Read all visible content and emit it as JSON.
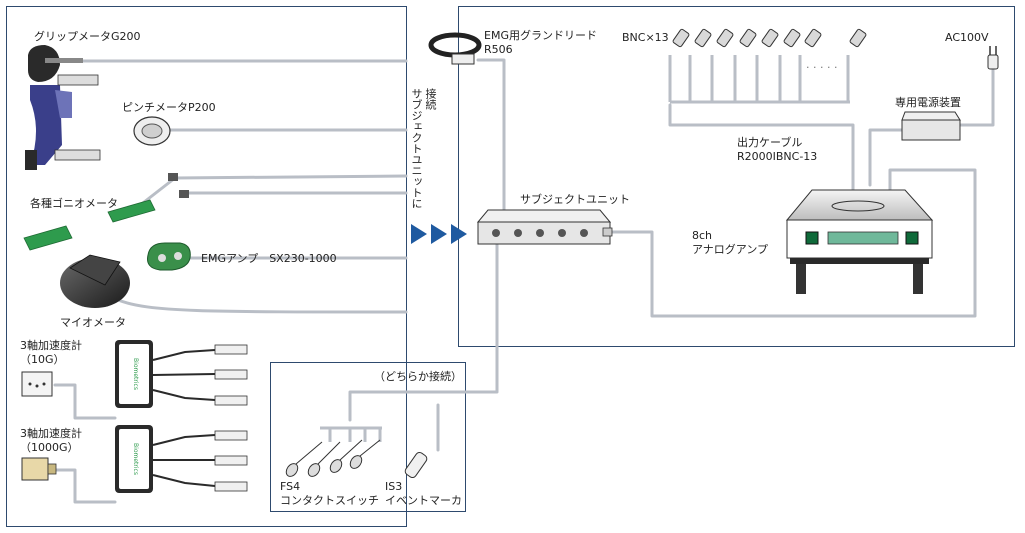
{
  "labels": {
    "grip_meter": "グリップメータG200",
    "pinch_meter": "ピンチメータP200",
    "goniometer": "各種ゴニオメータ",
    "emg_amp": "EMGアンプ　SX230-1000",
    "myometer": "マイオメータ",
    "accel_10g_line1": "3軸加速度計",
    "accel_10g_line2": "（10G）",
    "accel_1000g_line1": "3軸加速度計",
    "accel_1000g_line2": "（1000G）",
    "connect_to_subject_a": "接続",
    "connect_to_subject_b": "サブジェクトユニットに",
    "emg_ground_lead_line1": "EMG用グランドリード",
    "emg_ground_lead_line2": "R506",
    "bnc": "BNC×13",
    "ac": "AC100V",
    "power_supply": "専用電源装置",
    "output_cable_line1": "出力ケーブル",
    "output_cable_line2": "R2000IBNC-13",
    "subject_unit": "サブジェクトユニット",
    "amp_line1": "8ch",
    "amp_line2": "アナログアンプ",
    "either_connect": "（どちらか接続）",
    "fs4_line1": "FS4",
    "fs4_line2": "コンタクトスイッチ",
    "is3_line1": "IS3",
    "is3_line2": "イベントマーカ",
    "accel_brand": "Biometrics",
    "bnc_dots": "· · · · ·"
  },
  "colors": {
    "border": "#2e4a6e",
    "cable": "#b9bec6",
    "arrow": "#1f5aa0",
    "device_dark": "#2a2a2a",
    "gonio_green": "#2e9b4d",
    "emg_amp_green": "#3a8f4a",
    "grip_blue": "#3a3f8a",
    "amp_screen": "#6fb89a",
    "amp_button": "#0f6a3a"
  },
  "icons": [
    "grip-meter-icon",
    "pinch-meter-icon",
    "goniometer-icon",
    "emg-amp-icon",
    "myometer-icon",
    "accelerometer-10g-icon",
    "accelerometer-1000g-icon",
    "ground-lead-icon",
    "bnc-connector-icon",
    "ac-plug-icon",
    "power-supply-icon",
    "subject-unit-icon",
    "analog-amp-icon",
    "contact-switch-icon",
    "event-marker-icon",
    "arrow-right-icon"
  ]
}
